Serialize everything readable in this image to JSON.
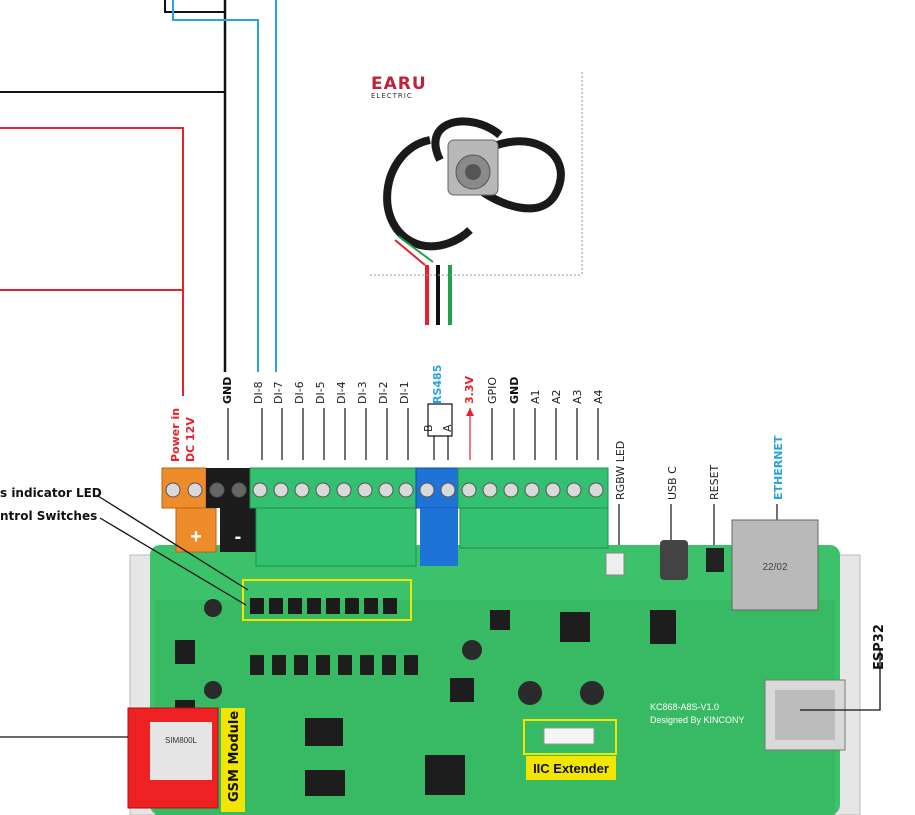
{
  "brand": {
    "name": "EARU",
    "sub": "ELECTRIC"
  },
  "power": {
    "line1": "Power in",
    "line2": "DC 12V",
    "plus": "+",
    "minus": "-"
  },
  "terminals": {
    "gnd": "GND",
    "inputs": [
      "DI-8",
      "DI-7",
      "DI-6",
      "DI-5",
      "DI-4",
      "DI-3",
      "DI-2",
      "DI-1"
    ],
    "rs485": "RS485",
    "rs485_pins": [
      "B",
      "A"
    ],
    "v33": "3.3V",
    "right": [
      "GPIO",
      "GND",
      "A1",
      "A2",
      "A3",
      "A4"
    ]
  },
  "connectors": {
    "rgbw": "RGBW LED",
    "usb": "USB C",
    "reset": "RESET",
    "ethernet": "ETHERNET"
  },
  "callouts": {
    "indicator": "s indicator LED",
    "switches": "ntrol Switches",
    "esp32": "ESP32",
    "gsm": "GSM Module",
    "iic": "IIC Extender"
  },
  "board": {
    "model": "KC868-A8S-V1.0",
    "designer": "Designed By KINCONY",
    "gsm_chip": "SIM800L",
    "eth_code": "22/02"
  },
  "colors": {
    "red": "#e8202a",
    "blue": "#29a3dd",
    "black": "#111111",
    "green": "#1ea34a",
    "pcb": "#3cc26a",
    "terminal": "#33c070"
  }
}
